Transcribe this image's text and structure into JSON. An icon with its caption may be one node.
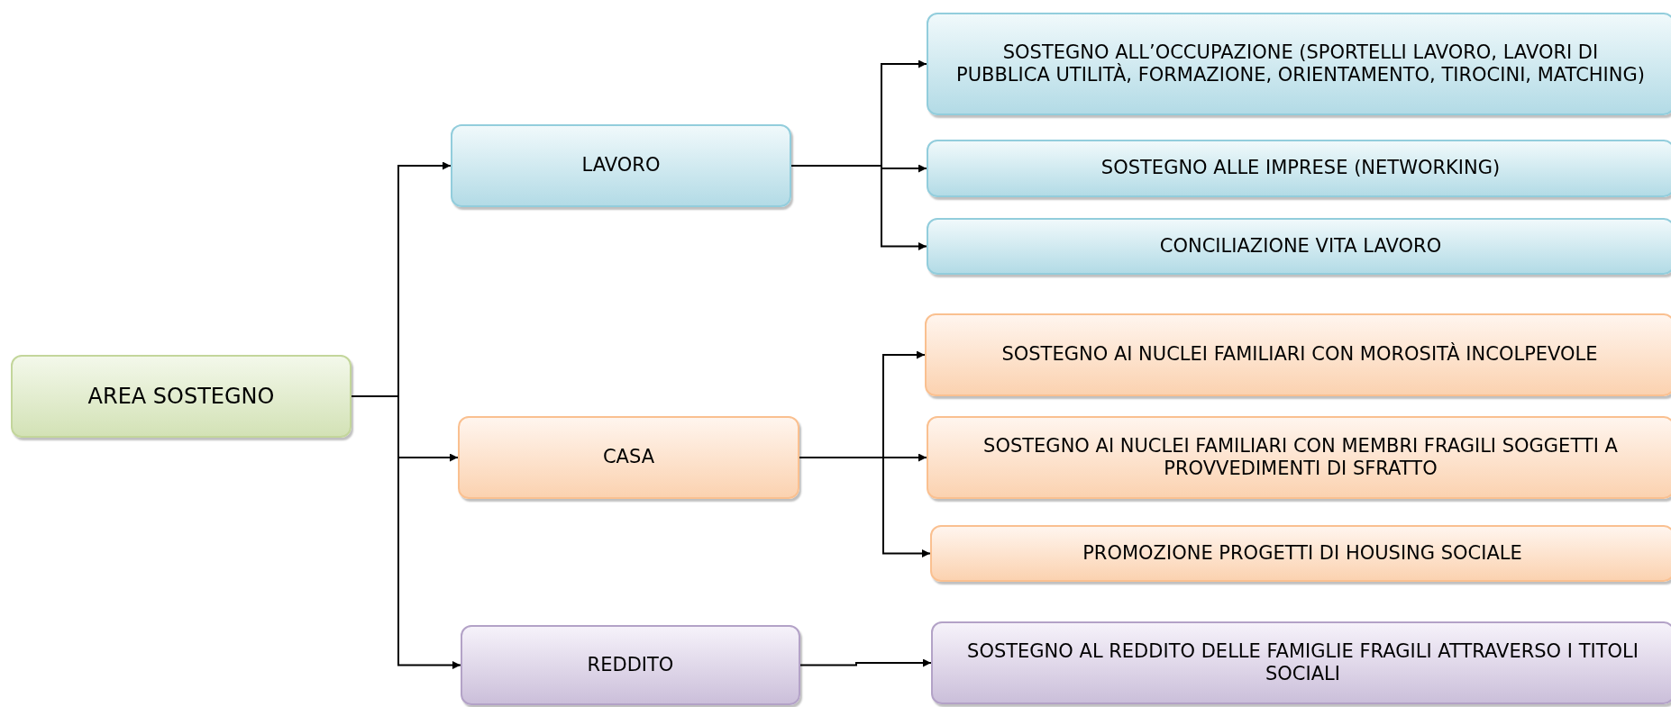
{
  "diagram": {
    "nodes": [
      {
        "text": [
          "AREA SOSTEGNO"
        ]
      },
      {
        "text": [
          "LAVORO"
        ]
      },
      {
        "text": [
          "CASA"
        ]
      },
      {
        "text": [
          "REDDITO"
        ]
      },
      {
        "text": [
          "SOSTEGNO ALL’OCCUPAZIONE (SPORTELLI LAVORO, LAVORI DI PUBBLICA UTILITÀ, FORMAZIONE, ORIENTAMENTO, TIROCINI, MATCHING)"
        ]
      },
      {
        "text": [
          "SOSTEGNO ALLE IMPRESE (NETWORKING)"
        ]
      },
      {
        "text": [
          "CONCILIAZIONE VITA LAVORO"
        ]
      },
      {
        "text": [
          "SOSTEGNO AI NUCLEI FAMILIARI CON MOROSITÀ INCOLPEVOLE"
        ]
      },
      {
        "text": [
          "SOSTEGNO AI NUCLEI FAMILIARI CON MEMBRI FRAGILI SOGGETTI A PROVVEDIMENTI DI SFRATTO"
        ]
      },
      {
        "text": [
          "PROMOZIONE PROGETTI DI HOUSING SOCIALE"
        ]
      },
      {
        "text": [
          "SOSTEGNO AL REDDITO DELLE FAMIGLIE FRAGILI ATTRAVERSO I TITOLI SOCIALI"
        ]
      }
    ],
    "edges": [
      {
        "from": 0,
        "to": 1,
        "arrow": "to"
      },
      {
        "from": 0,
        "to": 2,
        "arrow": "to"
      },
      {
        "from": 0,
        "to": 3,
        "arrow": "to"
      },
      {
        "from": 1,
        "to": 4,
        "arrow": "to"
      },
      {
        "from": 1,
        "to": 5,
        "arrow": "to"
      },
      {
        "from": 1,
        "to": 6,
        "arrow": "to"
      },
      {
        "from": 2,
        "to": 7,
        "arrow": "to"
      },
      {
        "from": 2,
        "to": 8,
        "arrow": "to"
      },
      {
        "from": 2,
        "to": 9,
        "arrow": "to"
      },
      {
        "from": 3,
        "to": 10,
        "arrow": "to"
      }
    ]
  }
}
